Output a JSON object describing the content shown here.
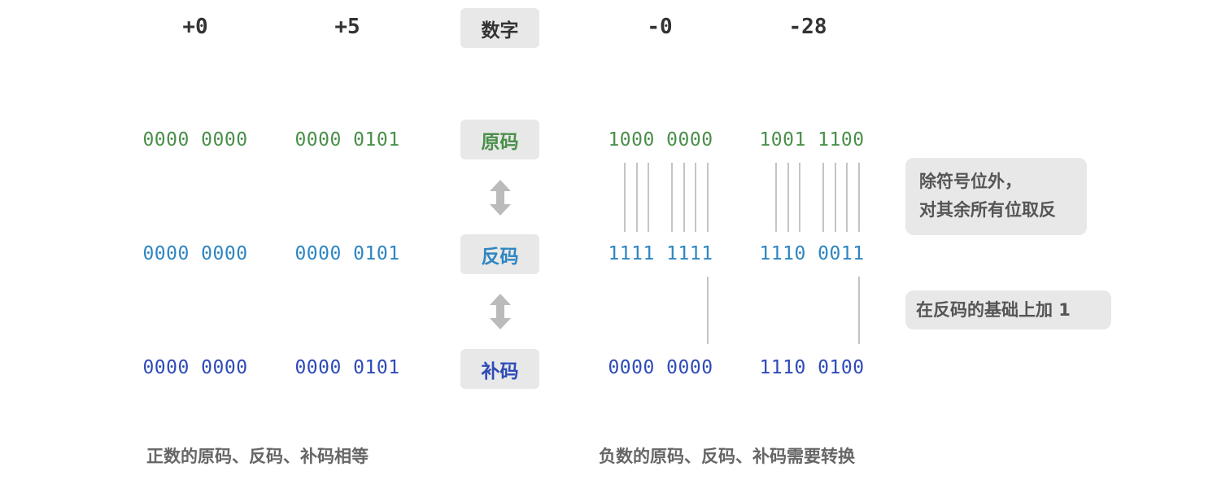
{
  "colors": {
    "original": "#4a8f4a",
    "inverse": "#2e86c1",
    "complement": "#2e4bb8",
    "badge_bg": "#e8e8e8",
    "header": "#333333",
    "caption": "#666666",
    "arrow": "#bbbbbb",
    "line": "#888888"
  },
  "header": {
    "pos0": "+0",
    "pos5": "+5",
    "label": "数字",
    "neg0": "-0",
    "neg28": "-28"
  },
  "labels": {
    "original": "原码",
    "inverse": "反码",
    "complement": "补码"
  },
  "rows": {
    "original": {
      "pos0": "0000 0000",
      "pos5": "0000 0101",
      "neg0": "1000 0000",
      "neg28": "1001 1100"
    },
    "inverse": {
      "pos0": "0000 0000",
      "pos5": "0000 0101",
      "neg0": "1111 1111",
      "neg28": "1110 0011"
    },
    "complement": {
      "pos0": "0000 0000",
      "pos5": "0000 0101",
      "neg0": "0000 0000",
      "neg28": "1110 0100"
    }
  },
  "notes": {
    "invert_line1": "除符号位外，",
    "invert_line2": "对其余所有位取反",
    "add_one": "在反码的基础上加 1"
  },
  "captions": {
    "positive": "正数的原码、反码、补码相等",
    "negative": "负数的原码、反码、补码需要转换"
  },
  "icons": {
    "arrow": "double-vertical-arrow-icon"
  }
}
